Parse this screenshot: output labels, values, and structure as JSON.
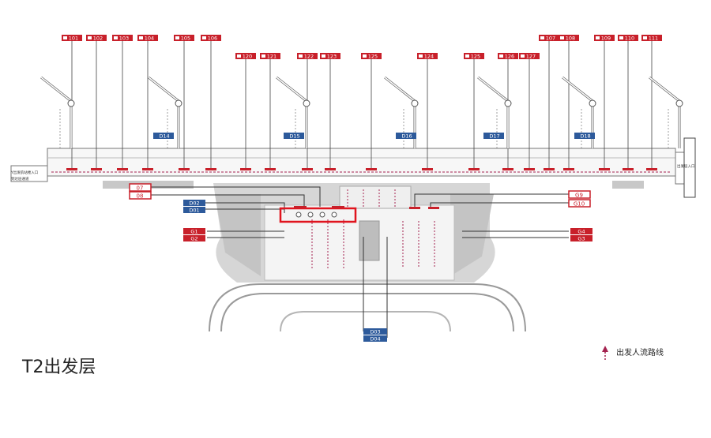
{
  "map_title": "T2出发层",
  "legend": {
    "label": "出发人流路线"
  },
  "colors": {
    "red_tag": "#c8202a",
    "blue_tag": "#2d5a9b",
    "flow_line": "#a4224f",
    "apron_gray": "#cfcfcf",
    "highlight": "#e0141e"
  },
  "gates_top": [
    {
      "label": "101"
    },
    {
      "label": "102"
    },
    {
      "label": "103"
    },
    {
      "label": "104"
    },
    {
      "label": "105"
    },
    {
      "label": "106"
    },
    {
      "label": "120"
    },
    {
      "label": "121"
    },
    {
      "label": "122"
    },
    {
      "label": "123"
    },
    {
      "label": "125"
    },
    {
      "label": "124"
    },
    {
      "label": "125"
    },
    {
      "label": "126"
    },
    {
      "label": "127"
    },
    {
      "label": "107"
    },
    {
      "label": "108"
    },
    {
      "label": "109"
    },
    {
      "label": "110"
    },
    {
      "label": "111"
    }
  ],
  "gates_blue": [
    {
      "label": "D14"
    },
    {
      "label": "D15"
    },
    {
      "label": "D16"
    },
    {
      "label": "D17"
    },
    {
      "label": "D18"
    }
  ],
  "side_tags_left_red": [
    {
      "label": "07"
    },
    {
      "label": "08"
    }
  ],
  "side_tags_left_blue": [
    {
      "label": "D02"
    },
    {
      "label": "D01"
    }
  ],
  "side_tags_lower_left": [
    {
      "label": "G1"
    },
    {
      "label": "G2"
    }
  ],
  "side_tags_right_red": [
    {
      "label": "G9"
    },
    {
      "label": "G10"
    }
  ],
  "side_tags_right_lower": [
    {
      "label": "G4"
    },
    {
      "label": "G3"
    }
  ],
  "center_bottom_tags": [
    {
      "label": "D03"
    },
    {
      "label": "D04"
    }
  ],
  "left_side_labels": [
    "Y出发航站楼入口",
    "到达层通道"
  ],
  "right_side_label": "出发层入口"
}
